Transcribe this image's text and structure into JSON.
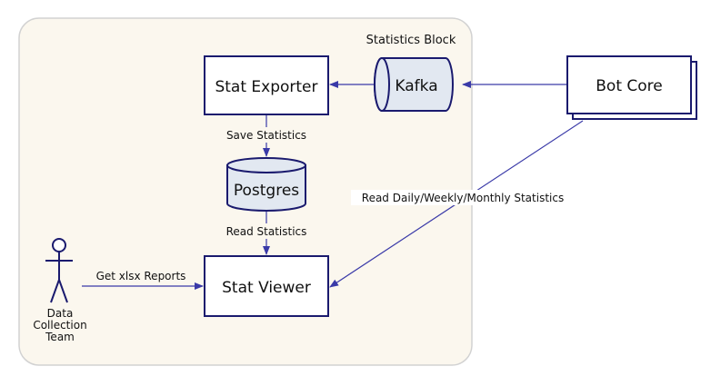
{
  "group": {
    "label": "Statistics Block"
  },
  "nodes": {
    "stat_exporter": "Stat Exporter",
    "kafka": "Kafka",
    "bot_core": "Bot Core",
    "postgres": "Postgres",
    "stat_viewer": "Stat Viewer"
  },
  "actor": {
    "line1": "Data",
    "line2": "Collection",
    "line3": "Team"
  },
  "edges": {
    "save": "Save Statistics",
    "read": "Read Statistics",
    "reports": "Get xlsx Reports",
    "daily": "Read Daily/Weekly/Monthly Statistics"
  },
  "colors": {
    "stroke": "#1a1a6e",
    "arrow": "#3a3aa8",
    "group_fill": "#fbf7ee",
    "group_stroke": "#d2d2d2",
    "node_fill": "#ffffff",
    "db_fill": "#e2e8f1"
  }
}
